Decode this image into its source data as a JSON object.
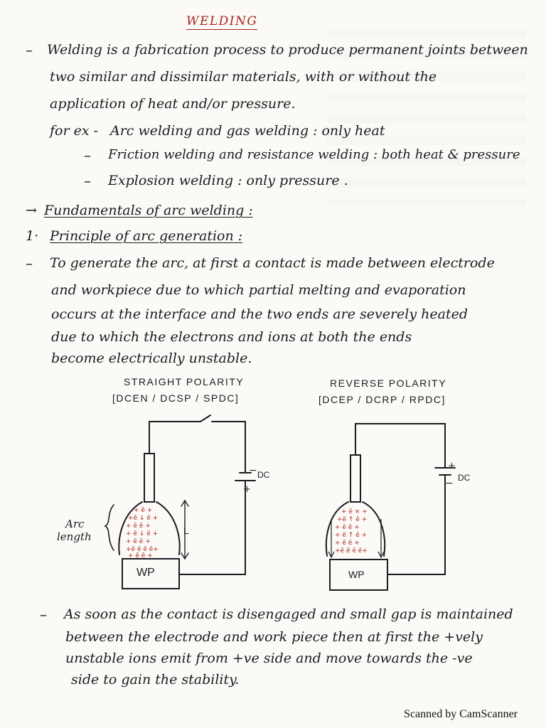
{
  "title": "WELDING",
  "definition": {
    "line1": "Welding is a fabrication process to produce permanent joints between",
    "line2": "two similar and dissimilar materials, with or without the",
    "line3": "application of heat and/or pressure."
  },
  "examples": {
    "intro": "for ex -",
    "items": [
      "Arc welding and gas welding : only heat",
      "Friction welding and resistance welding : both heat & pressure",
      "Explosion welding : only pressure ."
    ]
  },
  "fundamentals_heading": "Fundamentals of arc welding :",
  "principle_heading": "Principle of arc generation :",
  "paragraph1": {
    "line1": "To generate the arc, at first a contact is made between electrode",
    "line2": "and workpiece due to which partial melting and evaporation",
    "line3": "occurs at the interface and the two ends are severely heated",
    "line4": "due to which the electrons and ions at both the ends",
    "line5": "become electrically unstable."
  },
  "straight_polarity": {
    "title": "STRAIGHT POLARITY",
    "subtitle": "[DCEN / DCSP / SPDC]",
    "dc_label": "DC",
    "minus_label": "−",
    "plus_label": "+",
    "wp_label": "WP",
    "gap_label": "L",
    "arc_label_1": "Arc",
    "arc_label_2": "length"
  },
  "reverse_polarity": {
    "title": "REVERSE POLARITY",
    "subtitle": "[DCEP / DCRP / RPDC]",
    "dc_label": "DC",
    "minus_label": "−",
    "plus_label": "+",
    "wp_label": "WP"
  },
  "paragraph2": {
    "line1": "As soon as the contact is disengaged and small gap is maintained",
    "line2": "between the electrode and work piece then at first the +vely",
    "line3": "unstable ions emit from +ve side and move towards the -ve",
    "line4": "side to gain the stability."
  },
  "footer": "Scanned by CamScanner",
  "colors": {
    "ink": "#1b1b22",
    "title": "#a8221c",
    "particles": "#b3261e"
  }
}
